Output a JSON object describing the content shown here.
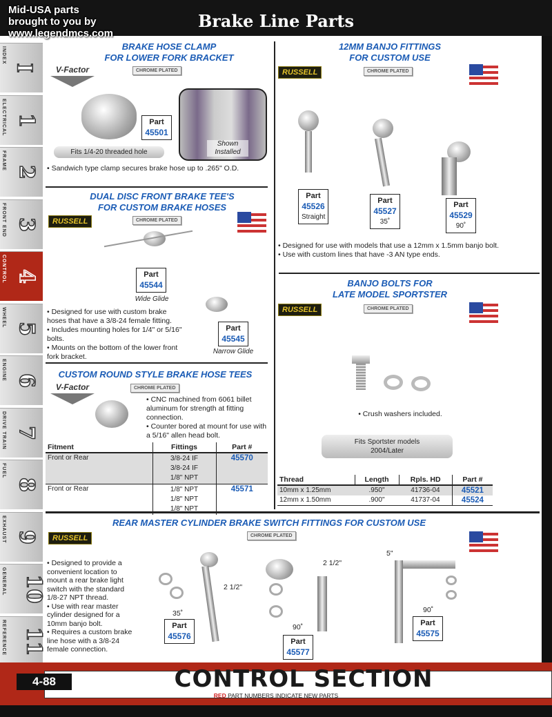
{
  "watermark": [
    "Mid-USA parts",
    "brought to you by",
    "www.legendmcs.com"
  ],
  "title": "Brake Line Parts",
  "sidebar": [
    {
      "label": "INDEX",
      "num": "I"
    },
    {
      "label": "ELECTRICAL",
      "num": "1"
    },
    {
      "label": "FRAME",
      "num": "2"
    },
    {
      "label": "FRONT END",
      "num": "3"
    },
    {
      "label": "CONTROL",
      "num": "4",
      "active": true
    },
    {
      "label": "WHEEL",
      "num": "5"
    },
    {
      "label": "ENGINE",
      "num": "6"
    },
    {
      "label": "DRIVE TRAIN",
      "num": "7"
    },
    {
      "label": "FUEL",
      "num": "8"
    },
    {
      "label": "EXHAUST",
      "num": "9"
    },
    {
      "label": "GENERAL",
      "num": "10"
    },
    {
      "label": "REFERENCE",
      "num": "11"
    }
  ],
  "common": {
    "chrome": "CHROME PLATED",
    "russell": "RUSSELL",
    "vfactor": "V-Factor",
    "usa": "USA",
    "part": "Part"
  },
  "clamp": {
    "title1": "BRAKE HOSE CLAMP",
    "title2": "FOR LOWER FORK BRACKET",
    "part": "45501",
    "wrench": "Fits 1/4-20 threaded hole",
    "shown1": "Shown",
    "shown2": "Installed",
    "bullet": "• Sandwich type clamp secures brake hose up to .265\" O.D."
  },
  "tee": {
    "title1": "DUAL DISC FRONT BRAKE TEE'S",
    "title2": "FOR CUSTOM BRAKE HOSES",
    "p1": "45544",
    "c1": "Wide Glide",
    "p2": "45545",
    "c2": "Narrow Glide",
    "bullets": [
      "• Designed for use with custom brake hoses that have a 3/8-24 female fitting.",
      "• Includes mounting holes for 1/4\" or 5/16\" bolts.",
      "• Mounts on the bottom of the lower front fork bracket."
    ]
  },
  "round": {
    "title": "CUSTOM ROUND STYLE BRAKE HOSE TEES",
    "bullets": [
      "• CNC machined from 6061 billet aluminum for strength at fitting connection.",
      "• Counter bored at mount for use with a 5/16\" allen head bolt."
    ],
    "headers": [
      "Fitment",
      "Fittings",
      "Part #"
    ],
    "rows": [
      {
        "fitment": "Front or Rear",
        "fittings": [
          "3/8-24 IF",
          "3/8-24 IF",
          "1/8\" NPT"
        ],
        "part": "45570"
      },
      {
        "fitment": "Front or Rear",
        "fittings": [
          "1/8\" NPT",
          "1/8\" NPT",
          "1/8\" NPT"
        ],
        "part": "45571"
      }
    ]
  },
  "banjo": {
    "title1": "12MM BANJO FITTINGS",
    "title2": "FOR CUSTOM USE",
    "parts": [
      {
        "part": "45526",
        "sub": "Straight"
      },
      {
        "part": "45527",
        "sub": "35˚"
      },
      {
        "part": "45529",
        "sub": "90˚"
      }
    ],
    "bullets": [
      "• Designed for use with models that use a 12mm x 1.5mm banjo bolt.",
      "• Use with custom lines that have -3 AN type ends."
    ]
  },
  "bolts": {
    "title1": "BANJO BOLTS FOR",
    "title2": "LATE MODEL SPORTSTER",
    "note": "• Crush washers included.",
    "wrench1": "Fits Sportster models",
    "wrench2": "2004/Later",
    "headers": [
      "Thread",
      "Length",
      "Rpls. HD",
      "Part #"
    ],
    "rows": [
      [
        "10mm x 1.25mm",
        ".950\"",
        "41736-04",
        "45521"
      ],
      [
        "12mm x 1.50mm",
        ".900\"",
        "41737-04",
        "45524"
      ]
    ]
  },
  "master": {
    "title": "REAR MASTER CYLINDER BRAKE SWITCH FITTINGS FOR CUSTOM USE",
    "bullets": [
      "• Designed to provide a convenient location to mount a rear brake light switch with the standard 1/8-27 NPT thread.",
      "• Use with rear master cylinder designed for a 10mm banjo bolt.",
      "• Requires a custom brake line hose with a 3/8-24 female connection."
    ],
    "parts": [
      {
        "part": "45576",
        "angle": "35˚",
        "dim": "2 1/2\""
      },
      {
        "part": "45577",
        "angle": "90˚",
        "dim": "2 1/2\""
      },
      {
        "part": "45575",
        "angle": "90˚",
        "dim": "5\""
      }
    ]
  },
  "footer": {
    "page": "4-88",
    "section": "CONTROL SECTION",
    "red": "RED",
    "note": " PART NUMBERS INDICATE NEW PARTS"
  }
}
